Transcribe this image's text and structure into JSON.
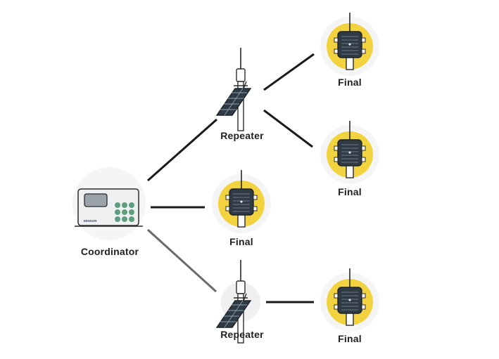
{
  "nodes": {
    "coordinator": {
      "label": "Coordinator",
      "brand": "SENSOR"
    },
    "repeater_top": {
      "label": "Repeater"
    },
    "repeater_bottom": {
      "label": "Repeater"
    },
    "final_top_1": {
      "label": "Final"
    },
    "final_top_2": {
      "label": "Final"
    },
    "final_middle": {
      "label": "Final"
    },
    "final_bottom": {
      "label": "Final"
    }
  },
  "colors": {
    "link": "#1a1a1a",
    "link_secondary": "#6b6b6b",
    "final_badge": "#f3d23f",
    "halo": "#f4f4f4",
    "device_dark": "#2f3a44",
    "keypad": "#5e9e7f"
  }
}
